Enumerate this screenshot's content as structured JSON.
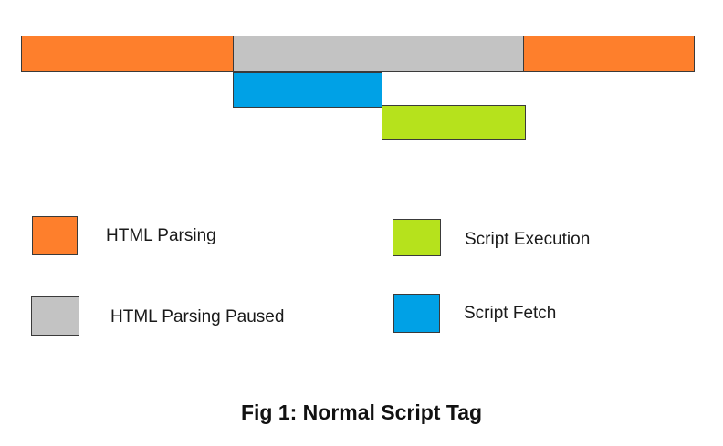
{
  "colors": {
    "html_parsing": "#fe7f2c",
    "html_parsing_paused": "#c3c3c3",
    "script_fetch": "#00a1e6",
    "script_execution": "#b6e21c",
    "border": "#3a3a3a"
  },
  "timeline": {
    "segments": [
      {
        "phase": "html_parsing"
      },
      {
        "phase": "html_parsing_paused"
      },
      {
        "phase": "html_parsing"
      },
      {
        "phase": "script_fetch"
      },
      {
        "phase": "script_execution"
      }
    ]
  },
  "legend": {
    "html_parsing": "HTML Parsing",
    "html_parsing_paused": "HTML Parsing Paused",
    "script_execution": "Script Execution",
    "script_fetch": "Script Fetch"
  },
  "caption": "Fig 1: Normal Script Tag"
}
